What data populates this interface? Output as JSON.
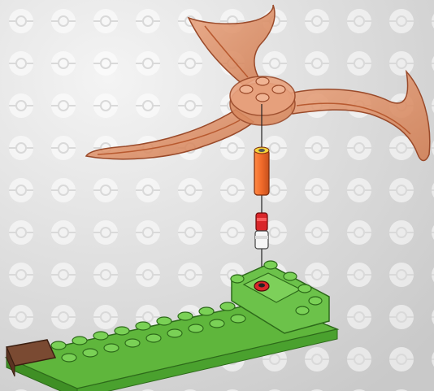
{
  "figure": {
    "page_colors": {
      "background_light": "#f2f2f2",
      "background_dark": "#cfcfcf",
      "pattern_circle": "#ffffff"
    },
    "parts": [
      {
        "name": "spinner-blade",
        "color": "#d98a60",
        "description_icon": "three-blade-spinner-icon"
      },
      {
        "name": "connector-rod-orange",
        "color": "#f06a2a",
        "description_icon": "rod-icon"
      },
      {
        "name": "connector-pin-red",
        "color": "#d9262a",
        "description_icon": "pin-icon"
      },
      {
        "name": "connector-pin-white",
        "color": "#f4f4f4",
        "description_icon": "pin-icon"
      },
      {
        "name": "base-plate",
        "color": "#6cc24a",
        "description_icon": "plate-icon"
      },
      {
        "name": "brown-tile",
        "color": "#7a4a32",
        "description_icon": "tile-icon"
      }
    ]
  }
}
